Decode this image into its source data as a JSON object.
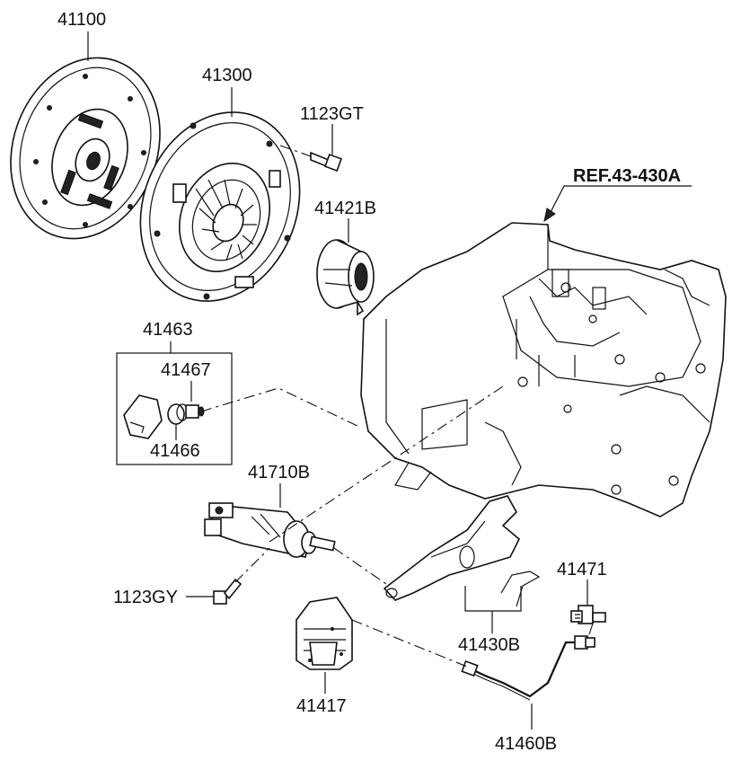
{
  "diagram": {
    "reference": "REF.43-430A",
    "labels": {
      "p41100": "41100",
      "p41300": "41300",
      "p1123gt": "1123GT",
      "p41421b": "41421B",
      "p41463": "41463",
      "p41467": "41467",
      "p41466": "41466",
      "p41710b": "41710B",
      "p1123gy": "1123GY",
      "p41471": "41471",
      "p41430b": "41430B",
      "p41417": "41417",
      "p41460b": "41460B"
    }
  }
}
